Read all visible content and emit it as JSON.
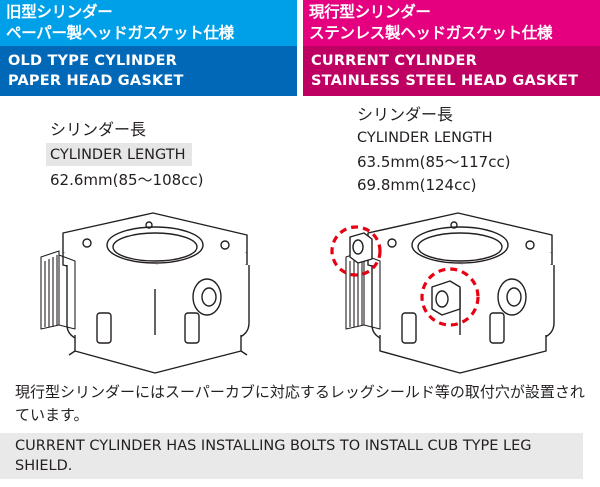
{
  "old": {
    "jp_title_line1": "旧型シリンダー",
    "jp_title_line2": "ペーパー製ヘッドガスケット仕様",
    "en_title_line1": "OLD TYPE CYLINDER",
    "en_title_line2": "PAPER HEAD GASKET",
    "length_jp": "シリンダー長",
    "length_en": "CYLINDER LENGTH",
    "spec1": "62.6mm(85〜108cc)"
  },
  "current": {
    "jp_title_line1": "現行型シリンダー",
    "jp_title_line2": "ステンレス製ヘッドガスケット仕様",
    "en_title_line1": "CURRENT CYLINDER",
    "en_title_line2": "STAINLESS STEEL HEAD GASKET",
    "length_jp": "シリンダー長",
    "length_en": "CYLINDER LENGTH",
    "spec1": "63.5mm(85〜117cc)",
    "spec2": "69.8mm(124cc)"
  },
  "note": {
    "jp": "現行型シリンダーにはスーパーカブに対応するレッグシールド等の取付穴が設置されています。",
    "en": "CURRENT CYLINDER HAS INSTALLING BOLTS TO INSTALL CUB TYPE LEG SHIELD."
  },
  "colors": {
    "old_jp_band": "#00a0e9",
    "old_en_band": "#0068b7",
    "current_jp_band": "#e4007f",
    "current_en_band": "#be0062",
    "highlight_circle": "#e60012"
  }
}
